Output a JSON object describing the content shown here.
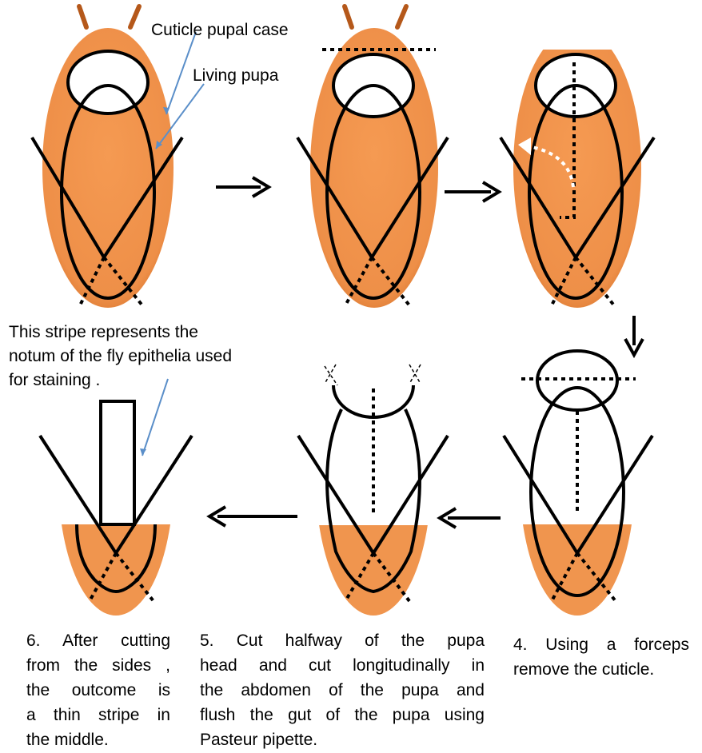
{
  "labels": {
    "cuticle_pupal_case": "Cuticle pupal case",
    "living_pupa": "Living pupa",
    "stripe_note": [
      "This stripe represents the",
      "notum of the fly epithelia used",
      "for staining ."
    ]
  },
  "steps": {
    "step6": [
      "6. After cutting",
      "from the sides ,",
      "the outcome is",
      "a thin stripe in",
      "the middle."
    ],
    "step5": [
      "5. Cut halfway of the pupa",
      "head and cut longitudinally in",
      "the abdomen of the pupa and",
      "flush the gut of the pupa using",
      "Pasteur pipette."
    ],
    "step4": [
      "4. Using a forceps",
      "remove the cuticle."
    ]
  },
  "colors": {
    "pupa_fill": "#f0954e",
    "antenna": "#b5581a",
    "outline": "#000000",
    "pointer_arrow": "#5b8fc9",
    "background": "#ffffff"
  }
}
